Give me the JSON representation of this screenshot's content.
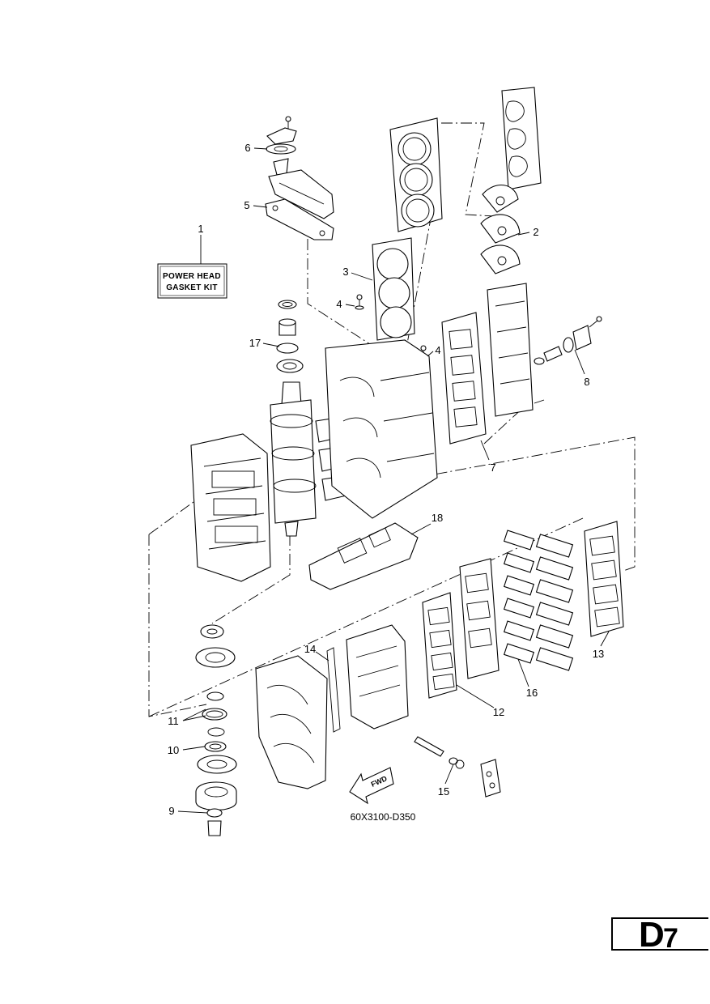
{
  "kit_label": {
    "line1": "POWER HEAD",
    "line2": "GASKET KIT"
  },
  "callouts": {
    "c1": "1",
    "c2": "2",
    "c3": "3",
    "c4a": "4",
    "c4b": "4",
    "c5": "5",
    "c6": "6",
    "c7": "7",
    "c8": "8",
    "c9": "9",
    "c10": "10",
    "c11": "11",
    "c12": "12",
    "c13": "13",
    "c14": "14",
    "c15": "15",
    "c16": "16",
    "c17": "17",
    "c18": "18"
  },
  "fwd_arrow_label": "FWD",
  "drawing_code": "60X3100-D350",
  "page_id": {
    "letter": "D",
    "number": "7"
  }
}
